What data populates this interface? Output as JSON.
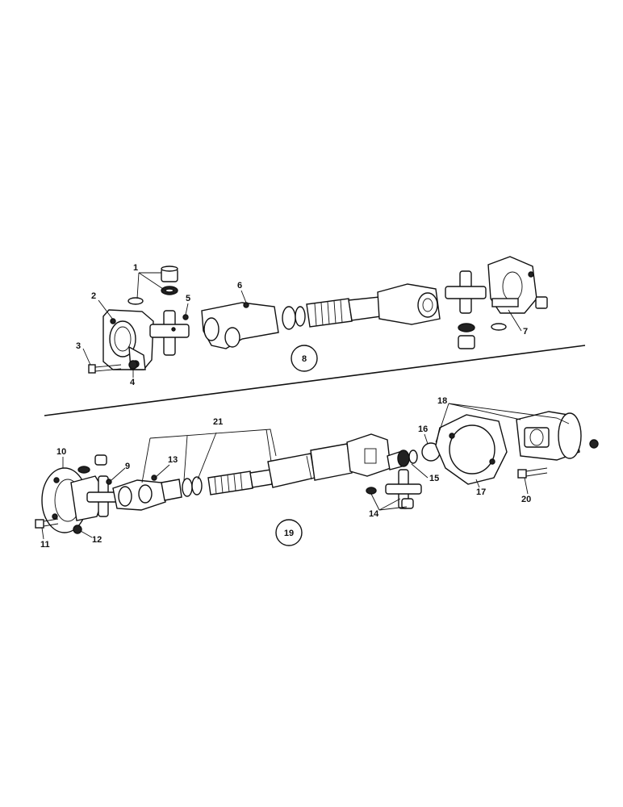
{
  "group_upper": {
    "badge": "8",
    "callouts": [
      "1",
      "2",
      "3",
      "4",
      "5",
      "6",
      "7"
    ]
  },
  "group_lower": {
    "badge": "19",
    "callouts": [
      "9",
      "10",
      "11",
      "12",
      "13",
      "14",
      "15",
      "16",
      "17",
      "18",
      "20",
      "21"
    ]
  }
}
